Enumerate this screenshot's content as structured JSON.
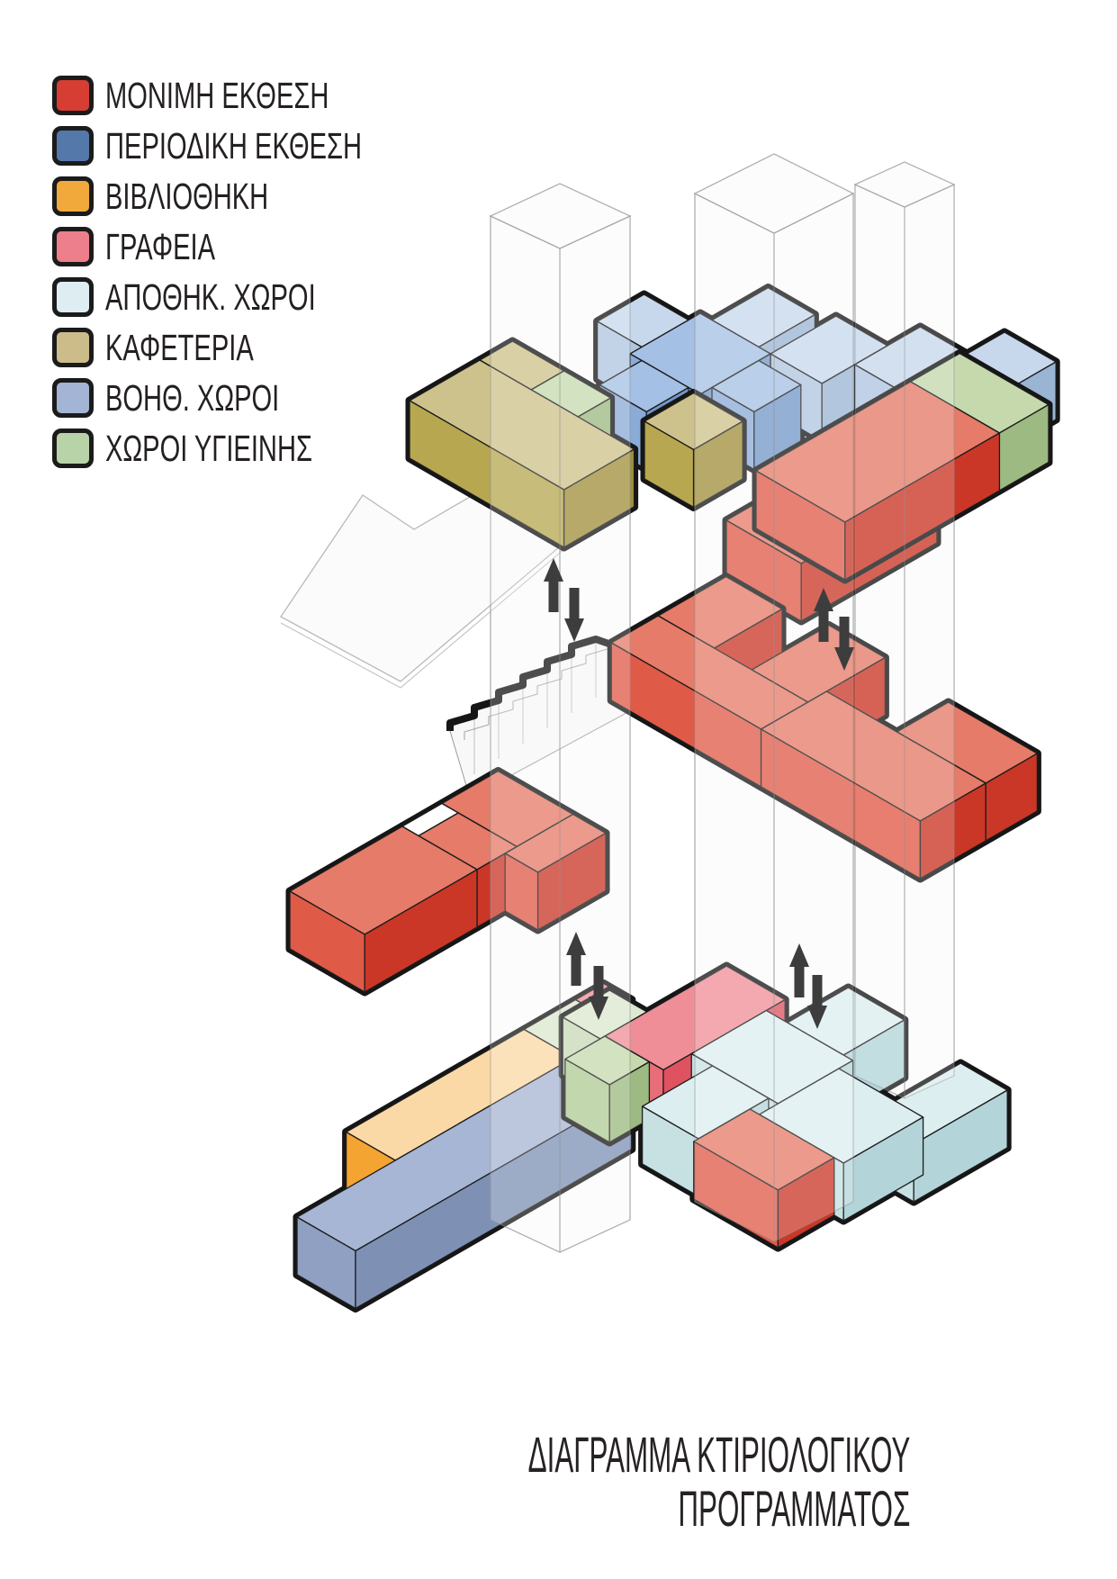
{
  "page": {
    "background": "#ffffff"
  },
  "legend": {
    "items": [
      {
        "key": "rd",
        "label": "ΜΟΝΙΜΗ ΕΚΘΕΣΗ",
        "color": "#d63d33"
      },
      {
        "key": "pb",
        "label": "ΠΕΡΙΟΔΙΚΗ ΕΚΘΕΣΗ",
        "color": "#5578ab"
      },
      {
        "key": "or",
        "label": "ΒΙΒΛΙΟΘΗΚΗ",
        "color": "#f2a93b"
      },
      {
        "key": "pk",
        "label": "ΓΡΑΦΕΙΑ",
        "color": "#ec7f8b"
      },
      {
        "key": "cy",
        "label": "ΑΠΟΘΗΚ. ΧΩΡΟΙ",
        "color": "#ddedf1"
      },
      {
        "key": "kh",
        "label": "ΚΑΦΕΤΕΡΙΑ",
        "color": "#ccbc8a"
      },
      {
        "key": "bg",
        "label": "ΒΟΗΘ. ΧΩΡΟΙ",
        "color": "#a3b4d4"
      },
      {
        "key": "gr",
        "label": "ΧΩΡΟΙ ΥΓΙΕΙΝΗΣ",
        "color": "#b9d3a8"
      }
    ]
  },
  "title": {
    "line1": "ΔΙΑΓΡΑΜΜΑ ΚΤΙΡΙΟΛΟΓΙΚΟΥ",
    "line2": "ΠΡΟΓΡΑΜΜΑΤΟΣ"
  },
  "diagram": {
    "type": "axonometric-exploded-building-program",
    "levels": 3,
    "level_spaces": [
      {
        "level": "top",
        "spaces": [
          "ΚΑΦΕΤΕΡΙΑ",
          "ΒΟΗΘ. ΧΩΡΟΙ",
          "ΠΕΡΙΟΔΙΚΗ ΕΚΘΕΣΗ",
          "ΧΩΡΟΙ ΥΓΙΕΙΝΗΣ",
          "ΜΟΝΙΜΗ ΕΚΘΕΣΗ"
        ]
      },
      {
        "level": "middle",
        "spaces": [
          "ΜΟΝΙΜΗ ΕΚΘΕΣΗ"
        ]
      },
      {
        "level": "ground",
        "spaces": [
          "ΒΙΒΛΙΟΘΗΚΗ",
          "ΒΟΗΘ. ΧΩΡΟΙ",
          "ΓΡΑΦΕΙΑ",
          "ΧΩΡΟΙ ΥΓΙΕΙΝΗΣ",
          "ΑΠΟΘΗΚ. ΧΩΡΟΙ",
          "ΜΟΝΙΜΗ ΕΚΘΕΣΗ"
        ]
      }
    ],
    "connector_arrow_pairs": 4,
    "arrow_color": "#3d3d3d",
    "outline_color": "#161616"
  },
  "palette": {
    "rd": {
      "top": "#e57b68",
      "left": "#e05a48",
      "right": "#cb3727"
    },
    "kh": {
      "top": "#cdc28b",
      "left": "#b7a751",
      "right": "#9f8f3c"
    },
    "gr": {
      "top": "#c5d9ad",
      "left": "#b1cb95",
      "right": "#9cba81"
    },
    "grp": {
      "top": "#dce8cf",
      "left": "#c8d9b6",
      "right": "#b6cba1"
    },
    "ba": {
      "top": "#a4c0e4",
      "left": "#8aabd8",
      "right": "#7497c8"
    },
    "bl": {
      "top": "#c7d8ec",
      "left": "#b0c5e0",
      "right": "#9ab4d3"
    },
    "or": {
      "top": "#fbd9a6",
      "left": "#f4a431",
      "right": "#e08f1f"
    },
    "bg": {
      "top": "#a7b6d4",
      "left": "#8fa0c2",
      "right": "#7e91b5"
    },
    "pk": {
      "top": "#ef8e96",
      "left": "#e96d78",
      "right": "#df5260"
    },
    "cy": {
      "top": "#ddeef0",
      "left": "#c7e1e3",
      "right": "#b3d5d9"
    },
    "wh": {
      "top": "#ffffff",
      "left": "#f3f3f3",
      "right": "#e9e9e9"
    }
  }
}
